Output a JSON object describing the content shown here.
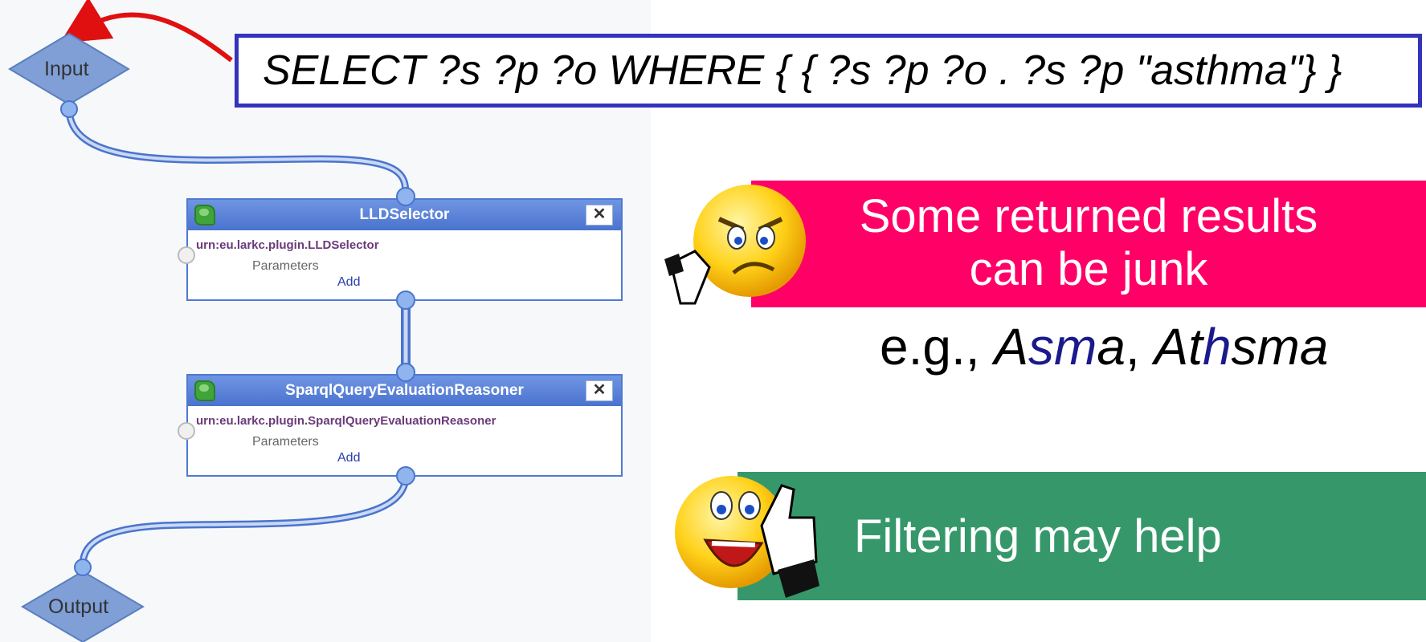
{
  "query": {
    "text": "SELECT ?s ?p ?o WHERE { { ?s ?p ?o . ?s ?p \"asthma\"} }"
  },
  "workflow": {
    "input_label": "Input",
    "output_label": "Output",
    "nodes": [
      {
        "title": "LLDSelector",
        "urn": "urn:eu.larkc.plugin.LLDSelector",
        "parameters_label": "Parameters",
        "add_label": "Add",
        "close_label": "✕"
      },
      {
        "title": "SparqlQueryEvaluationReasoner",
        "urn": "urn:eu.larkc.plugin.SparqlQueryEvaluationReasoner",
        "parameters_label": "Parameters",
        "add_label": "Add",
        "close_label": "✕"
      }
    ]
  },
  "callouts": {
    "junk": {
      "line1": "Some returned results",
      "line2": "can be junk",
      "color": "#ff0066"
    },
    "example": {
      "prefix": "e.g., ",
      "word1_a": "A",
      "word1_b": "sm",
      "word1_c": "a",
      "separator": ", ",
      "word2_a": "At",
      "word2_b": "h",
      "word2_c": "sma"
    },
    "filter": {
      "text": "Filtering may help",
      "color": "#36986a"
    }
  },
  "icons": {
    "angry_face": "angry-thumbs-down-smiley-icon",
    "happy_face": "happy-thumbs-up-smiley-icon",
    "plugin_icon": "puzzle-piece-icon",
    "arrow": "red-curved-arrow-icon"
  }
}
